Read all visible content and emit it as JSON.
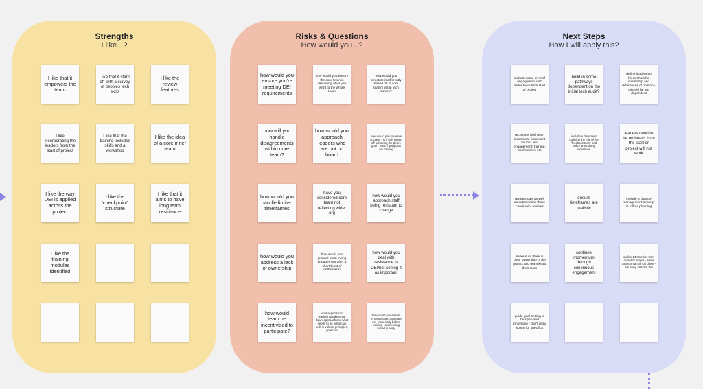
{
  "colors": {
    "strengths_bg": "#f8e2a3",
    "risks_bg": "#f2bfad",
    "next_bg": "#d9dcf6",
    "note_bg": "#fafafa",
    "connector": "#8b85e6"
  },
  "columns": [
    {
      "title": "Strengths",
      "subtitle": "I like...?",
      "notes": [
        "I like that it empowers the team",
        "I like that it starts off with a survey of peoples tech skills",
        "I like the review features",
        "I like incorporating the leaders from the start of project",
        "I like that the training includes skills and a workshop",
        "I like the idea of a core inner team",
        "I like the way DEI is applied across the project",
        "I like the 'checkpoint' structure",
        "I like that it aims to have long term resiliance",
        "I like the training modules identified",
        "",
        "",
        "",
        "",
        ""
      ]
    },
    {
      "title": "Risks & Questions",
      "subtitle": "How would you...?",
      "notes": [
        "how would you ensure you're meeting DEI requirements",
        "how would you ensure the core team is delivering what you want to the whole team",
        "how would you structure it differently based off of core team's initial tech survey?",
        "how will you handle disagreements within core team?",
        "how would you approach leaders who are not on board",
        "how would you measure success - is it only based off achieving the desire goal - what if goalposts are moving",
        "how would you handle limited timeframes",
        "have you considered core team not reflecting wider org",
        "how would you approach staff being resistant to change",
        "how would you address a lack of ownership",
        "how would you prevent team losing engagement after a short burst of enthusiasm",
        "how would you deal with resistance to DEI/not seeing it as important",
        "how would team be incentivised to participate?",
        "what aspects can leadership take a 'top down' approach and what needs to be bottom up led? ie values, principles, goals etc",
        "how would you ensure innovate/open goals are set - expecially before training - avoid being boxed in early"
      ]
    },
    {
      "title": "Next Steps",
      "subtitle": "How I will apply this?",
      "notes": [
        "include some level of engagement with wider team from start of project",
        "build in some pathways dependent on the initial tech audit?",
        "define leadership hierarchies for ownership and differences of opinion - this will be org dependent",
        "recommended team incentives - important for DEI and engagement: training, conferences etc",
        "include a document outlining the role of the 'feedback team' and policy around any incentives",
        "leaders need to be on board from the start or project will not work",
        "review goals as well as outcomes in those checkpoint reviews",
        "ensure timeframes are realistic",
        "include a change management strategy in rollout planning",
        "make sure there is clear ownership of the project and team know their roles",
        "continue momentum through continuous engagement",
        "outline DEI metrics from outset of project - some aspects can be top down - not being afraid of this",
        "guide goal-setting to be open and innovative - don't allow space for specifics",
        "",
        ""
      ]
    }
  ]
}
